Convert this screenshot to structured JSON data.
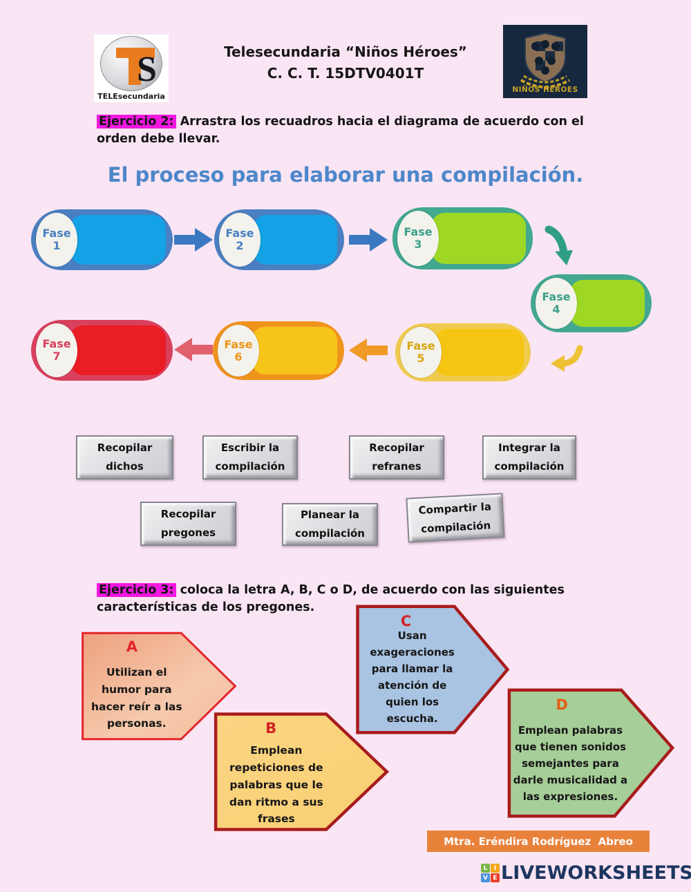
{
  "page": {
    "background": "#fae5f4"
  },
  "header": {
    "title_line1": "Telesecundaria  “Niños Héroes”",
    "title_line2": "C. C. T. 15DTV0401T",
    "ts_logo": {
      "t": "T",
      "s": "S",
      "caption": "TELEsecundaria"
    },
    "crest": {
      "caption": "NIÑOS HÉROES"
    }
  },
  "exercise2": {
    "tag": "Ejercicio 2:",
    "instructions": "Arrastra los recuadros hacia el diagrama de acuerdo con el orden debe llevar.",
    "diagram_title": "El proceso para elaborar una compilación."
  },
  "diagram": {
    "phases": [
      {
        "name": "Fase",
        "number": "1"
      },
      {
        "name": "Fase",
        "number": "2"
      },
      {
        "name": "Fase",
        "number": "3"
      },
      {
        "name": "Fase",
        "number": "4"
      },
      {
        "name": "Fase",
        "number": "5"
      },
      {
        "name": "Fase",
        "number": "6"
      },
      {
        "name": "Fase",
        "number": "7"
      }
    ]
  },
  "cards": [
    {
      "label": "Recopilar dichos"
    },
    {
      "label": "Escribir la compilación"
    },
    {
      "label": "Recopilar refranes"
    },
    {
      "label": "Integrar la compilación"
    },
    {
      "label": "Recopilar pregones"
    },
    {
      "label": "Planear la compilación"
    },
    {
      "label": "Compartir la compilación"
    }
  ],
  "exercise3": {
    "tag": "Ejercicio 3:",
    "instructions": "coloca la letra A, B, C o D, de acuerdo con las siguientes características de los pregones.",
    "options": [
      {
        "letter": "A",
        "text": "Utilizan el humor para hacer reír a las personas."
      },
      {
        "letter": "B",
        "text": "Emplean repeticiones de palabras que le dan ritmo a sus frases"
      },
      {
        "letter": "C",
        "text": "Usan exageraciones para llamar la atención de quien los escucha."
      },
      {
        "letter": "D",
        "text": "Emplean palabras que tienen sonidos semejantes para darle musicalidad a las expresiones."
      }
    ]
  },
  "footer": {
    "teacher_credit": "Mtra. Eréndira Rodríguez  Abreo",
    "brand": "LIVEWORKSHEETS",
    "brand_tiles": [
      "L",
      "I",
      "V",
      "E"
    ]
  },
  "colors": {
    "highlight": "#f318e1",
    "diagram_title": "#4c87c9",
    "fase_blue_outer": "#4a7fc1",
    "fase_blue_inner": "#14a2e6",
    "fase_teal_outer": "#42a890",
    "fase_teal_inner": "#9ed824",
    "fase_gold_outer": "#f0cb4e",
    "fase_gold_inner": "#f6c513",
    "fase_orange_outer": "#f0931d",
    "fase_orange_inner": "#f7c51a",
    "fase_red_outer": "#d8405c",
    "fase_red_inner": "#ea1c24",
    "option_a_fill": "#f2b493",
    "option_b_fill": "#fbd583",
    "option_c_fill": "#a9c3e2",
    "option_d_fill": "#a6ce98",
    "option_border": "#a81c1c",
    "credit_bg": "#e8823b",
    "brand_navy": "#1c3660"
  }
}
